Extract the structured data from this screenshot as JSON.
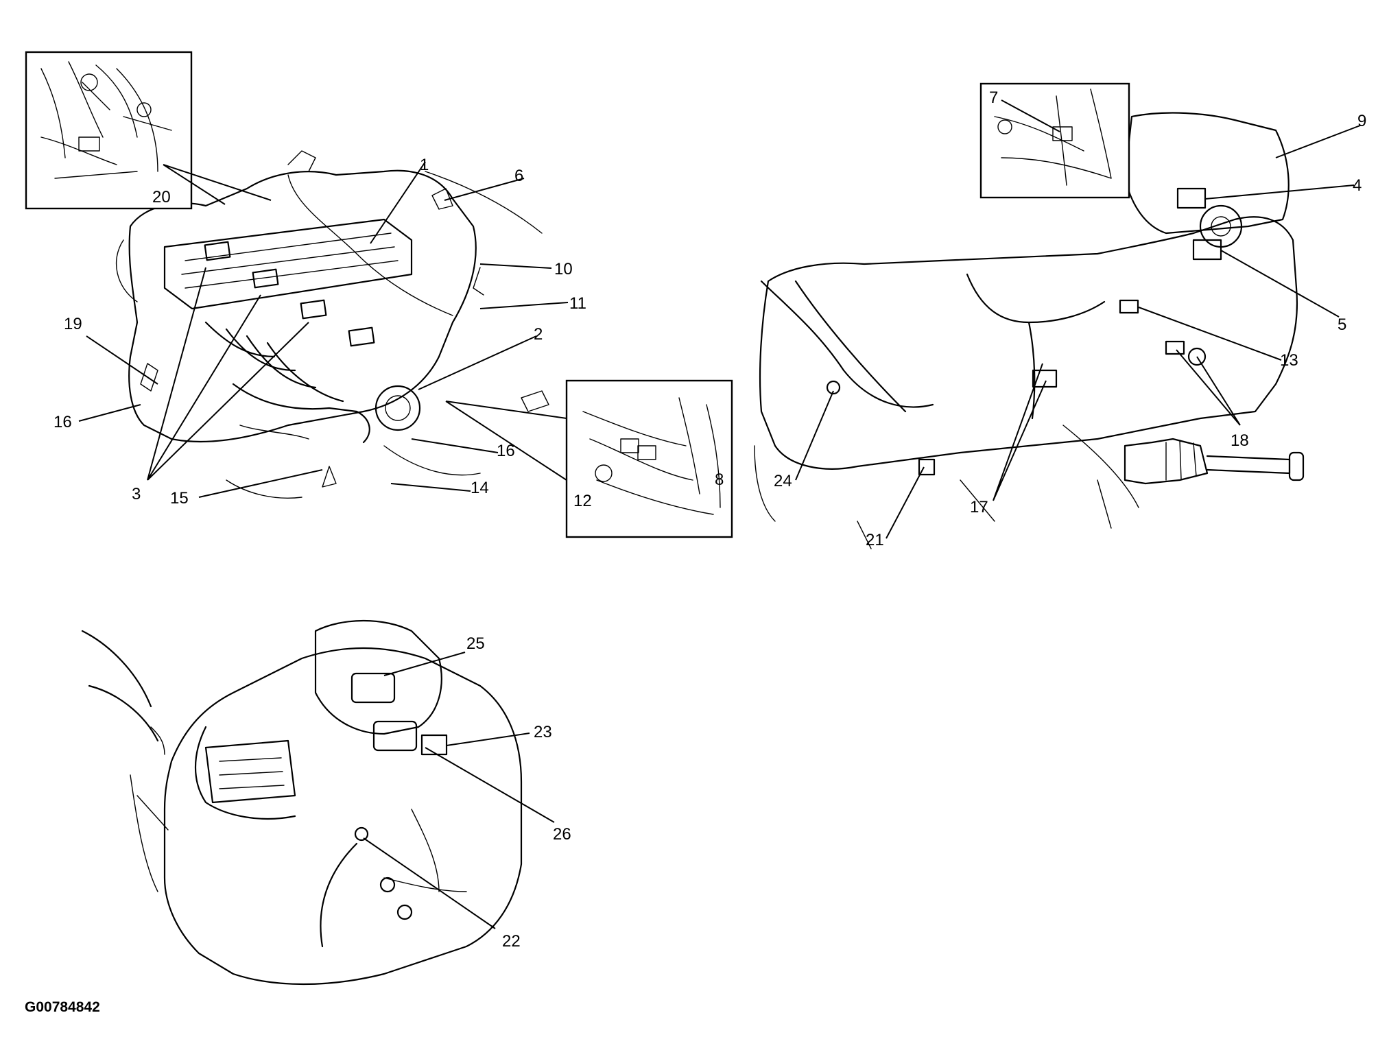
{
  "figure_id": "G00784842",
  "callouts": [
    {
      "n": "1"
    },
    {
      "n": "2"
    },
    {
      "n": "3"
    },
    {
      "n": "4"
    },
    {
      "n": "5"
    },
    {
      "n": "6"
    },
    {
      "n": "7"
    },
    {
      "n": "8"
    },
    {
      "n": "9"
    },
    {
      "n": "10"
    },
    {
      "n": "11"
    },
    {
      "n": "12"
    },
    {
      "n": "13"
    },
    {
      "n": "14"
    },
    {
      "n": "15"
    },
    {
      "n": "16"
    },
    {
      "n": "16"
    },
    {
      "n": "17"
    },
    {
      "n": "18"
    },
    {
      "n": "19"
    },
    {
      "n": "20"
    },
    {
      "n": "21"
    },
    {
      "n": "22"
    },
    {
      "n": "23"
    },
    {
      "n": "24"
    },
    {
      "n": "25"
    },
    {
      "n": "26"
    }
  ],
  "views": [
    {
      "id": "engine-top-left",
      "icon": "engine-drawing-icon"
    },
    {
      "id": "engine-rear-right",
      "icon": "engine-drawing-icon"
    },
    {
      "id": "transaxle-bottom",
      "icon": "transaxle-drawing-icon"
    }
  ]
}
